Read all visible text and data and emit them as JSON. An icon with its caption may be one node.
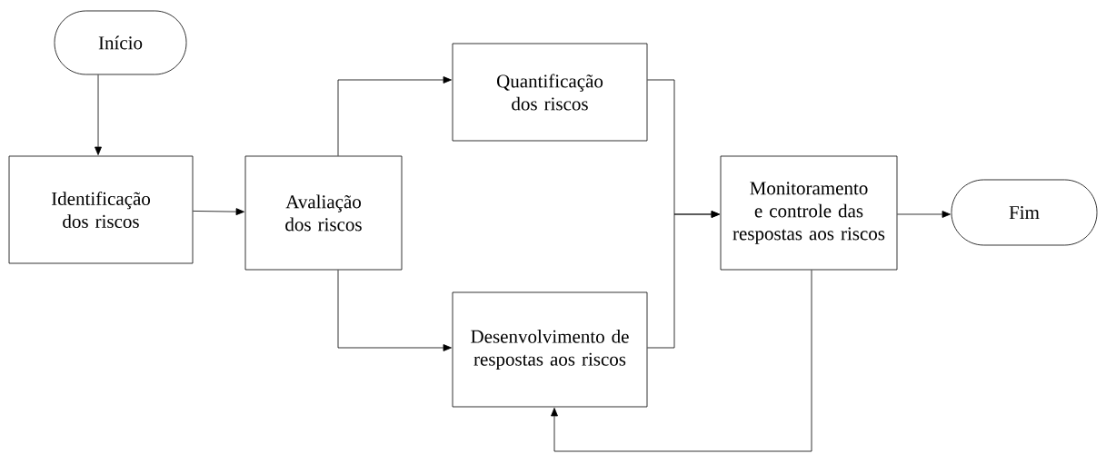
{
  "diagram": {
    "nodes": [
      {
        "text": [
          "Início"
        ]
      },
      {
        "text": [
          "Identificação dos riscos"
        ]
      },
      {
        "text": [
          "Avaliação dos riscos"
        ]
      },
      {
        "text": [
          "Quantificação dos riscos"
        ]
      },
      {
        "text": [
          "Desenvolvimento de respostas aos riscos"
        ]
      },
      {
        "text": [
          "Monitoramento e controle das respostas aos riscos"
        ]
      },
      {
        "text": [
          "Fim"
        ]
      }
    ],
    "edges": [
      {
        "from": 0,
        "to": 1,
        "arrow": "to"
      },
      {
        "from": 1,
        "to": 2,
        "arrow": "to"
      },
      {
        "from": 2,
        "to": 3,
        "arrow": "to"
      },
      {
        "from": 2,
        "to": 4,
        "arrow": "to"
      },
      {
        "from": 3,
        "to": 5,
        "arrow": "to"
      },
      {
        "from": 4,
        "to": 5,
        "arrow": "to"
      },
      {
        "from": 5,
        "to": 4,
        "arrow": "to"
      },
      {
        "from": 5,
        "to": 6,
        "arrow": "to"
      }
    ]
  }
}
